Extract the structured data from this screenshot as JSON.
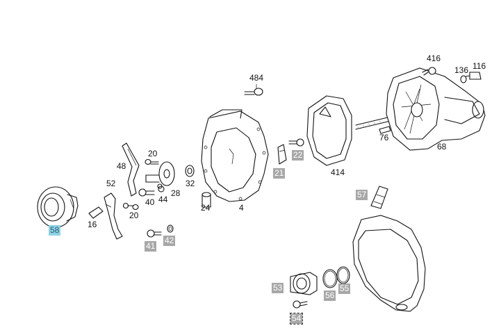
{
  "colors": {
    "callout_bg": "#a7a7a7",
    "callout_text": "#ffffff",
    "selected_bg": "#8fd2e6",
    "selected_text": "#2a5d70",
    "line": "#111111"
  },
  "plain_labels": {
    "p484": "484",
    "p416": "416",
    "p136": "136",
    "p116": "116",
    "p20a": "20",
    "p48": "48",
    "p52": "52",
    "p32": "32",
    "p28": "28",
    "p40": "40",
    "p44": "44",
    "p20b": "20",
    "p16": "16",
    "p24": "24",
    "p4": "4",
    "p414": "414",
    "p76": "76",
    "p68": "68"
  },
  "callouts": {
    "c58": "58",
    "c22": "22",
    "c21": "21",
    "c57": "57",
    "c41": "41",
    "c42": "42",
    "c53": "53",
    "c56": "56",
    "c55": "55",
    "c54": "54"
  },
  "selected_part": "58",
  "hover_part": "54"
}
